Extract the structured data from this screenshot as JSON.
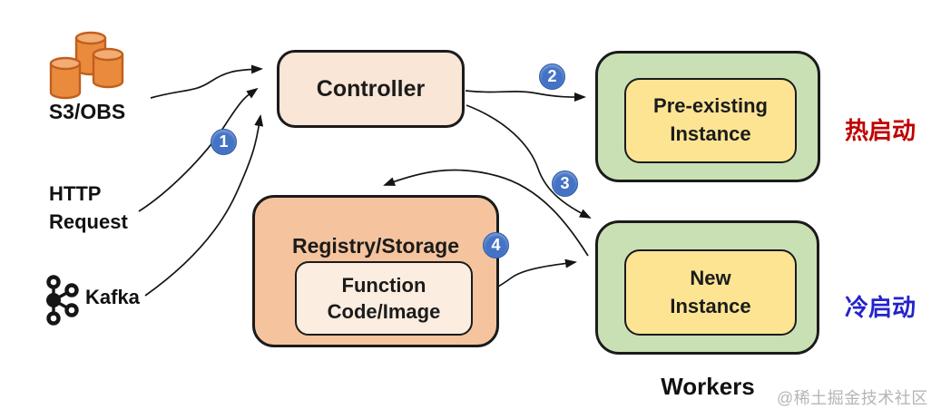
{
  "sources": {
    "s3": {
      "label": "S3/OBS",
      "icon": "s3-buckets-icon"
    },
    "http": {
      "label": "HTTP\nRequest"
    },
    "kafka": {
      "label": "Kafka",
      "icon": "kafka-icon"
    }
  },
  "nodes": {
    "controller": {
      "label": "Controller"
    },
    "registry": {
      "label": "Registry/Storage"
    },
    "function_code": {
      "label": "Function\nCode/Image"
    },
    "pre_existing": {
      "label": "Pre-existing\nInstance"
    },
    "new_instance": {
      "label": "New\nInstance"
    }
  },
  "steps": [
    "1",
    "2",
    "3",
    "4"
  ],
  "edges": [
    {
      "from": "S3/OBS",
      "to": "Controller",
      "step": null
    },
    {
      "from": "HTTP Request",
      "to": "Controller",
      "step": "1"
    },
    {
      "from": "Kafka",
      "to": "Controller",
      "step": null
    },
    {
      "from": "Controller",
      "to": "Pre-existing Instance",
      "step": "2"
    },
    {
      "from": "Controller",
      "to": "New Instance",
      "step": "3"
    },
    {
      "from": "New Instance",
      "to": "Registry/Storage",
      "step": "4"
    },
    {
      "from": "Function Code/Image",
      "to": "New Instance",
      "step": null
    }
  ],
  "labels": {
    "warm_start": "热启动",
    "cold_start": "冷启动",
    "workers": "Workers",
    "watermark": "@稀土掘金技术社区"
  },
  "colors": {
    "controller_fill": "#FAE6D6",
    "registry_fill": "#F5C49E",
    "function_fill": "#FBEDE0",
    "worker_fill": "#C9E0B5",
    "instance_fill": "#FCE493",
    "box_border": "#1B1B1B",
    "step_badge_blue": "#4473C5",
    "warm_start_red": "#C00000",
    "cold_start_blue": "#2323CC",
    "arrow_black": "#151515",
    "bucket_orange": "#E98A3C",
    "watermark_gray": "#B5B5B5"
  }
}
